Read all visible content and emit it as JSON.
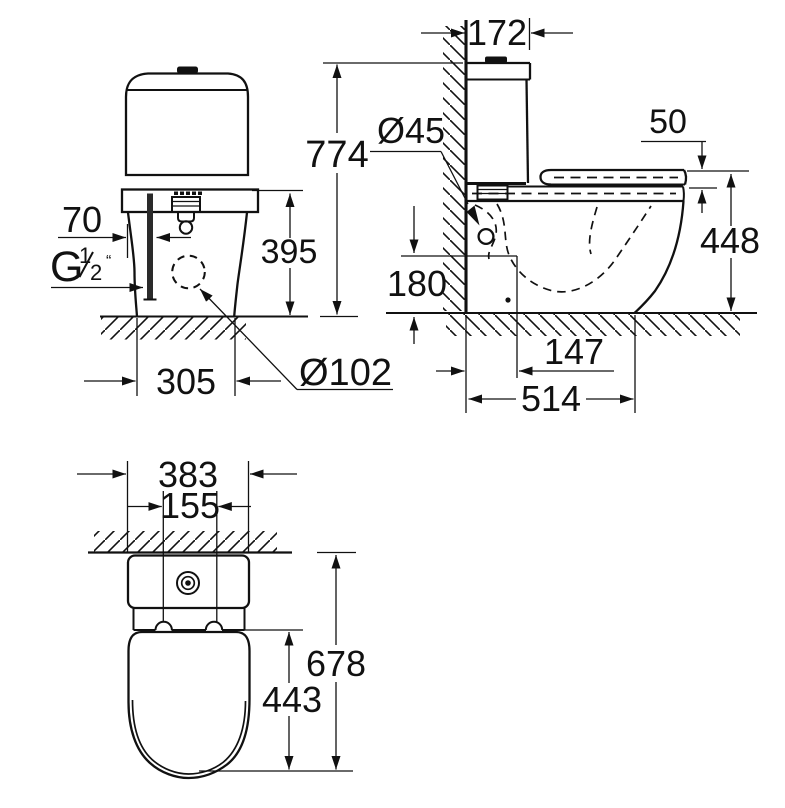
{
  "title": "Close-coupled WC dimensional technical drawing",
  "line_color": "#111111",
  "background_color": "#ffffff",
  "views": {
    "front": {
      "supply_offset": "70",
      "thread_g": "G",
      "thread_num": "1",
      "thread_den": "2",
      "thread_unit": "“",
      "cistern_band_height": "395",
      "base_width": "305",
      "outlet_diameter": "Ø102",
      "total_height": "774"
    },
    "side": {
      "cistern_depth": "172",
      "inlet_diameter": "Ø45",
      "seat_thickness": "50",
      "seat_height": "448",
      "inlet_height": "180",
      "outlet_offset": "147",
      "total_depth": "514"
    },
    "top": {
      "cistern_width": "383",
      "fixing_hole_distance": "155",
      "total_depth": "678",
      "bowl_length": "443"
    }
  }
}
